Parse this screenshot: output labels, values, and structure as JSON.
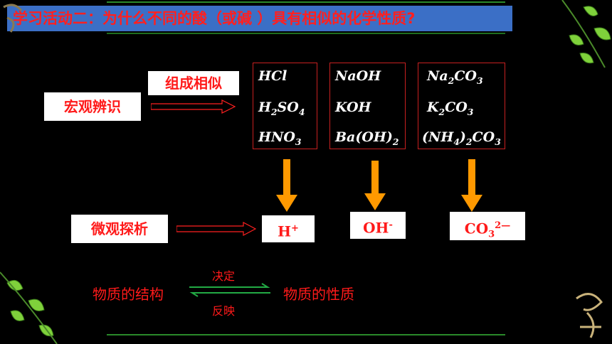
{
  "slide_title": "学习活动二：为什么不同的酸（或碱 ）具有相似的化学性质?",
  "labels": {
    "composition": "组成相似",
    "macro": "宏观辨识",
    "micro": "微观探析"
  },
  "acids": [
    "HCl",
    "H2SO4",
    "HNO3"
  ],
  "bases": [
    "NaOH",
    "KOH",
    "Ba(OH)2"
  ],
  "salts": [
    "Na2CO3",
    "K2CO3",
    "(NH4)2CO3"
  ],
  "ions": {
    "h": "H+",
    "oh": "OH-",
    "co3": "CO32—"
  },
  "relation": {
    "left": "物质的结构",
    "right": "物质的性质",
    "forward": "决定",
    "backward": "反映"
  },
  "colors": {
    "title_bg": "#3b6fc6",
    "red": "#ff1a1a",
    "orange_arrow": "#ff9900",
    "green_arrow": "#22aa44"
  }
}
